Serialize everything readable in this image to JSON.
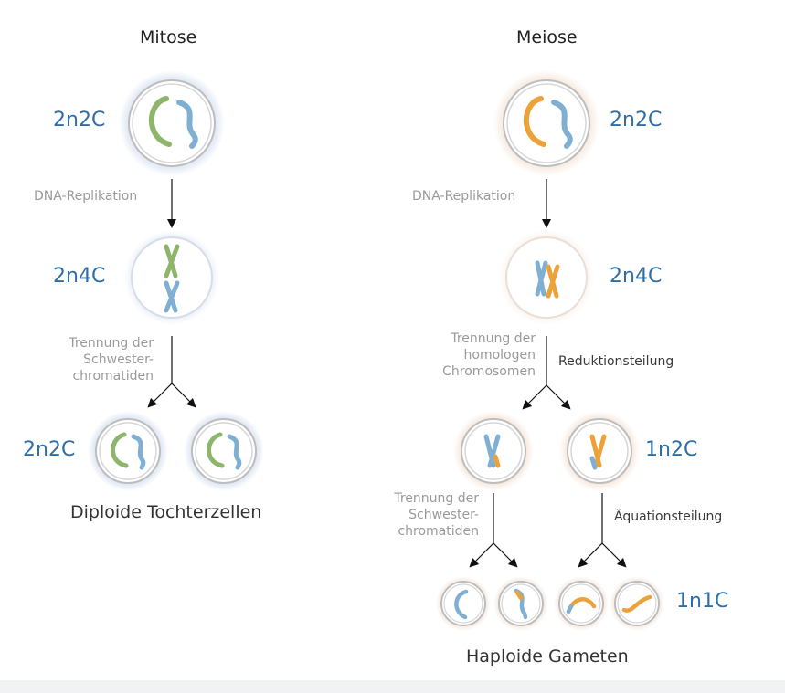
{
  "mitosis": {
    "title": "Mitose",
    "ploidy_start": "2n2C",
    "step_replication": "DNA-Replikation",
    "ploidy_replicated": "2n4C",
    "step_separation": [
      "Trennung der",
      "Schwester-",
      "chromatiden"
    ],
    "ploidy_daughters": "2n2C",
    "result_caption": "Diploide Tochterzellen"
  },
  "meiosis": {
    "title": "Meiose",
    "ploidy_start": "2n2C",
    "step_replication": "DNA-Replikation",
    "ploidy_replicated": "2n4C",
    "step_homolog_separation": [
      "Trennung der",
      "homologen",
      "Chromosomen"
    ],
    "division_1": "Reduktionsteilung",
    "ploidy_after_division_1": "1n2C",
    "step_sister_separation": [
      "Trennung der",
      "Schwester-",
      "chromatiden"
    ],
    "division_2": "Äquationsteilung",
    "ploidy_gametes": "1n1C",
    "result_caption": "Haploide Gameten"
  },
  "colors": {
    "mitosis_glow": "#c9d8ec",
    "meiosis_glow": "#f1dccc",
    "chromosome_green": "#8db56b",
    "chromosome_blue": "#7fb0d4",
    "chromosome_orange": "#eca23a",
    "label_blue": "#2f6fa8"
  },
  "icons": [
    "cell-icon",
    "chromosome-icon",
    "arrow-down-icon",
    "split-arrow-icon"
  ]
}
